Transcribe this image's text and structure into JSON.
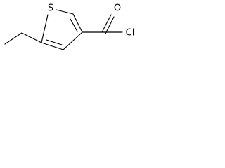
{
  "molecule": {
    "atoms": {
      "sulfur": "S",
      "oxygen": "O",
      "chlorine": "Cl"
    }
  }
}
